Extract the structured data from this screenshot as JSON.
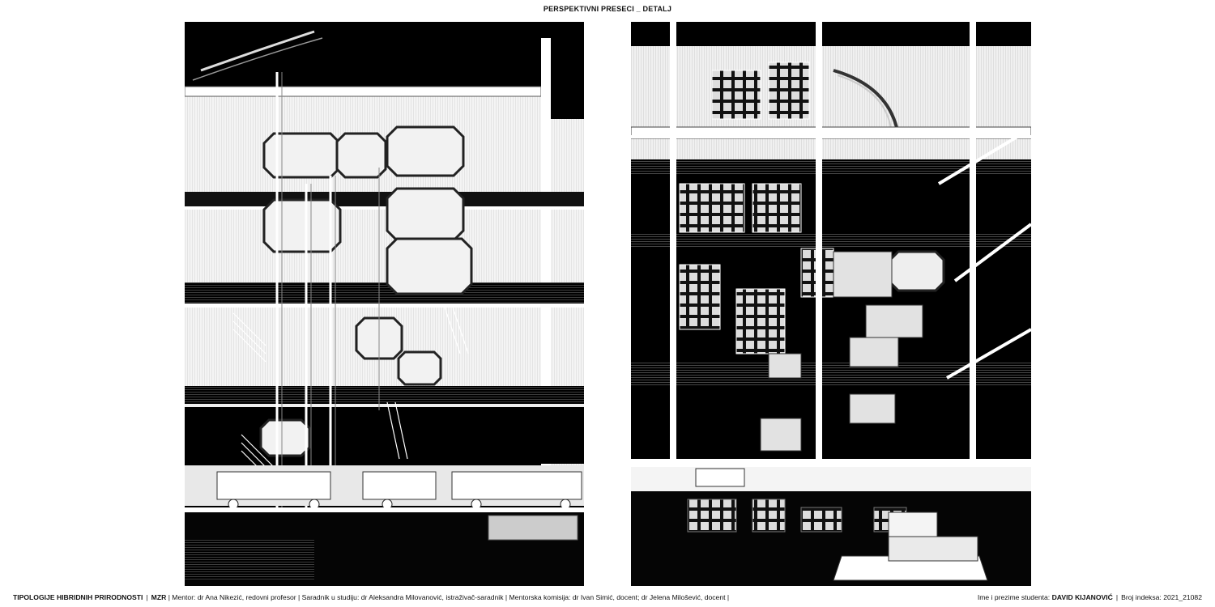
{
  "sheet": {
    "title": "PERSPEKTIVNI PRESECI _ DETALJ"
  },
  "footer": {
    "project": "TIPOLOGIJE HIBRIDNIH PRIRODNOSTI",
    "separator": "|",
    "program": "MZR",
    "mentor": "| Mentor: dr Ana Nikezić, redovni profesor | Saradnik u studiju: dr Aleksandra Milovanović, istraživač-saradnik | Mentorska komisija: dr Ivan Simić, docent; dr Jelena Milošević, docent |",
    "student_label": "Ime i prezime studenta:",
    "student_name": "DAVID KIJANOVIĆ",
    "index_label": "Broj indeksa: 2021_21082"
  },
  "drawings": [
    {
      "name": "perspective-section-left",
      "style": "black-white-render"
    },
    {
      "name": "perspective-section-right",
      "style": "black-white-render"
    }
  ]
}
